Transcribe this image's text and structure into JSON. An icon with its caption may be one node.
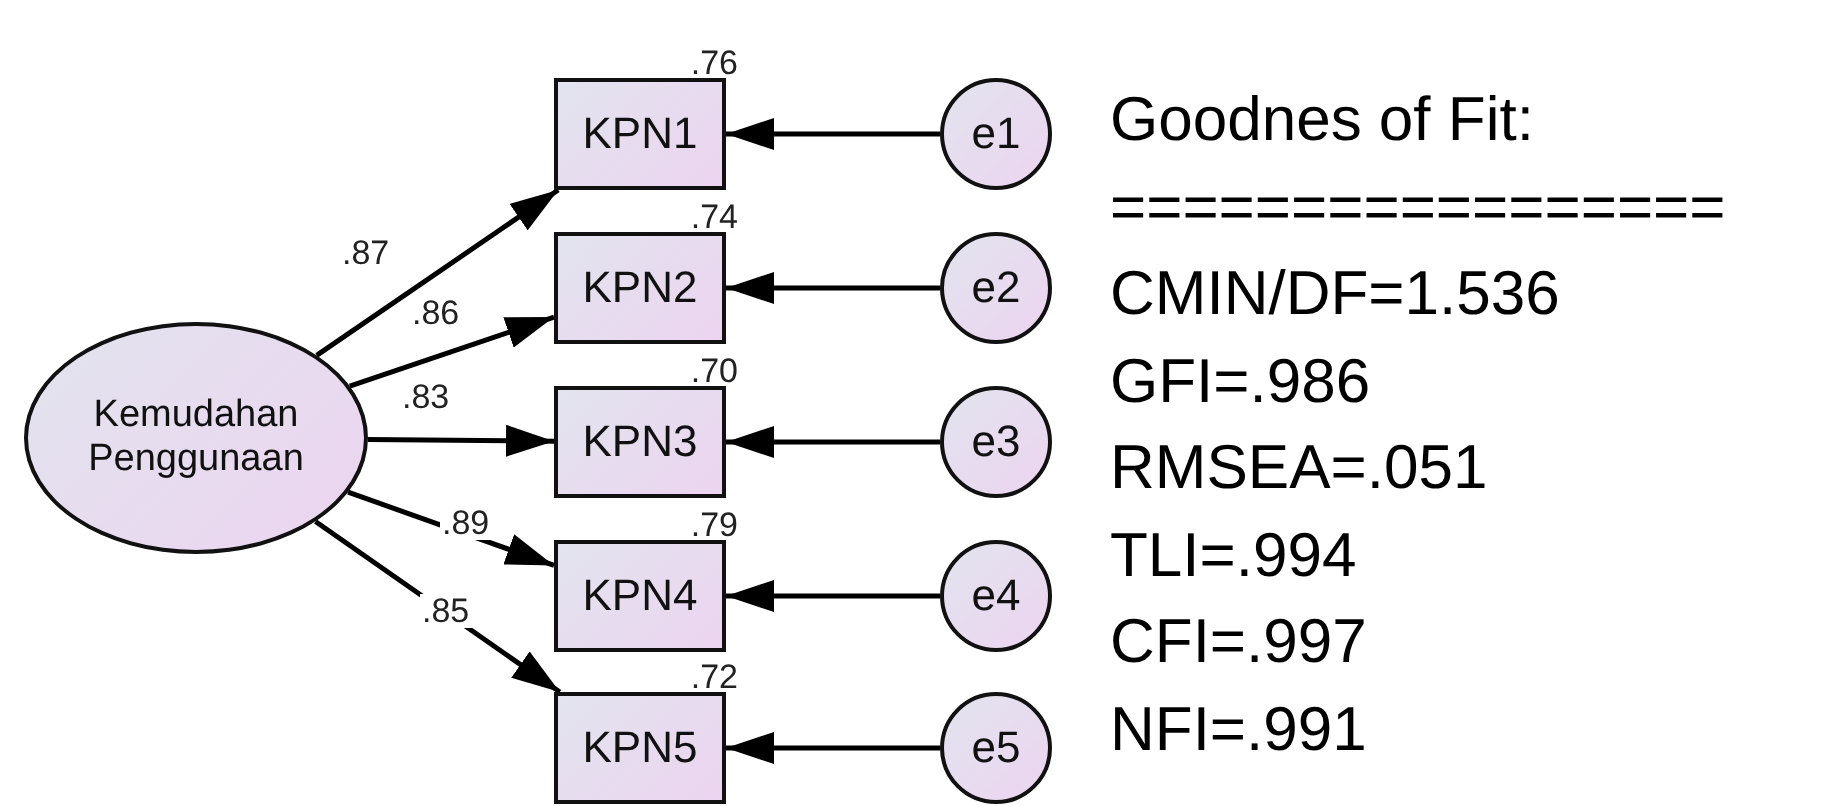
{
  "diagram": {
    "nodes": [
      {
        "text": [
          "Kemudahan Penggunaan"
        ]
      },
      {
        "text": [
          "KPN1"
        ],
        "beside": [
          ".76"
        ]
      },
      {
        "text": [
          "KPN2"
        ],
        "beside": [
          ".74"
        ]
      },
      {
        "text": [
          "KPN3"
        ],
        "beside": [
          ".70"
        ]
      },
      {
        "text": [
          "KPN4"
        ],
        "beside": [
          ".79"
        ]
      },
      {
        "text": [
          "KPN5"
        ],
        "beside": [
          ".72"
        ]
      },
      {
        "text": [
          "e1"
        ]
      },
      {
        "text": [
          "e2"
        ]
      },
      {
        "text": [
          "e3"
        ]
      },
      {
        "text": [
          "e4"
        ]
      },
      {
        "text": [
          "e5"
        ]
      }
    ],
    "edges": [
      {
        "from": 0,
        "to": 1,
        "arrow": "to",
        "label": ".87"
      },
      {
        "from": 0,
        "to": 2,
        "arrow": "to",
        "label": ".86"
      },
      {
        "from": 0,
        "to": 3,
        "arrow": "to",
        "label": ".83"
      },
      {
        "from": 0,
        "to": 4,
        "arrow": "to",
        "label": ".89"
      },
      {
        "from": 0,
        "to": 5,
        "arrow": "to",
        "label": ".85"
      },
      {
        "from": 6,
        "to": 1,
        "arrow": "to"
      },
      {
        "from": 7,
        "to": 2,
        "arrow": "to"
      },
      {
        "from": 8,
        "to": 3,
        "arrow": "to"
      },
      {
        "from": 9,
        "to": 4,
        "arrow": "to"
      },
      {
        "from": 10,
        "to": 5,
        "arrow": "to"
      }
    ],
    "labels": [
      "Goodnes of Fit:",
      "=================",
      "CMIN/DF=1.536",
      "GFI=.986",
      "RMSEA=.051",
      "TLI=.994",
      "CFI=.997",
      "NFI=.991"
    ]
  }
}
